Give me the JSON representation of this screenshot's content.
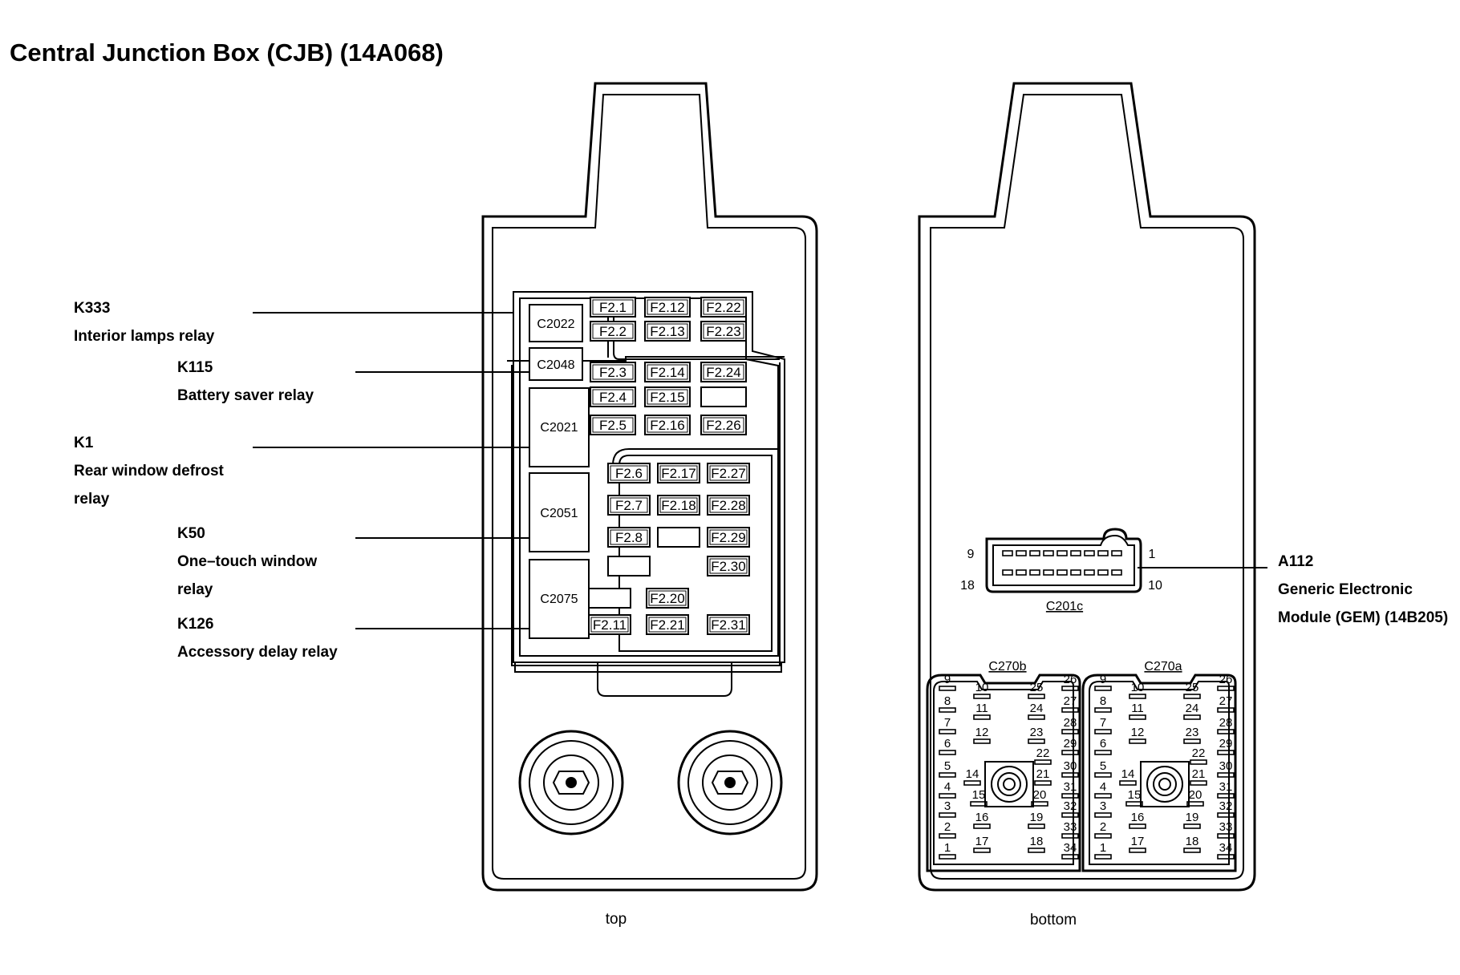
{
  "title": "Central Junction Box (CJB) (14A068)",
  "views": {
    "top": "top",
    "bottom": "bottom"
  },
  "callouts_left": [
    {
      "id": "K333",
      "lines": [
        "Interior lamps relay"
      ]
    },
    {
      "id": "K115",
      "lines": [
        "Battery saver relay"
      ]
    },
    {
      "id": "K1",
      "lines": [
        "Rear window defrost",
        "relay"
      ]
    },
    {
      "id": "K50",
      "lines": [
        "One–touch window",
        "relay"
      ]
    },
    {
      "id": "K126",
      "lines": [
        "Accessory delay relay"
      ]
    }
  ],
  "callout_right": {
    "id": "A112",
    "lines": [
      "Generic Electronic",
      "Module (GEM) (14B205)"
    ]
  },
  "relay_connectors": [
    "C2022",
    "C2048",
    "C2021",
    "C2051",
    "C2075"
  ],
  "fuses": {
    "group_top": [
      [
        "F2.1",
        "F2.12",
        "F2.22"
      ],
      [
        "F2.2",
        "F2.13",
        "F2.23"
      ]
    ],
    "group_mid": [
      [
        "F2.3",
        "F2.14",
        "F2.24"
      ],
      [
        "F2.4",
        "F2.15",
        ""
      ],
      [
        "F2.5",
        "F2.16",
        "F2.26"
      ]
    ],
    "group_low": [
      [
        "F2.6",
        "F2.17",
        "F2.27"
      ],
      [
        "F2.7",
        "F2.18",
        "F2.28"
      ],
      [
        "F2.8",
        "",
        "F2.29"
      ],
      [
        "",
        "",
        "F2.30"
      ]
    ],
    "group_bottom": [
      [
        "",
        "F2.20",
        ""
      ],
      [
        "F2.11",
        "F2.21",
        "F2.31"
      ]
    ]
  },
  "gem_connector": {
    "name": "C201c",
    "pin_top_left": "9",
    "pin_top_right": "1",
    "pin_bottom_left": "18",
    "pin_bottom_right": "10"
  },
  "c270_connectors": [
    {
      "name": "C270b"
    },
    {
      "name": "C270a"
    }
  ],
  "c270_pins": {
    "col1": [
      "9",
      "8",
      "7",
      "6",
      "5",
      "4",
      "3",
      "2",
      "1"
    ],
    "col2": [
      "10",
      "11",
      "12",
      "14",
      "15",
      "16",
      "17"
    ],
    "col3": [
      "25",
      "24",
      "23",
      "22",
      "21",
      "20",
      "19",
      "18"
    ],
    "col4": [
      "26",
      "27",
      "28",
      "29",
      "30",
      "31",
      "32",
      "33",
      "34"
    ]
  }
}
